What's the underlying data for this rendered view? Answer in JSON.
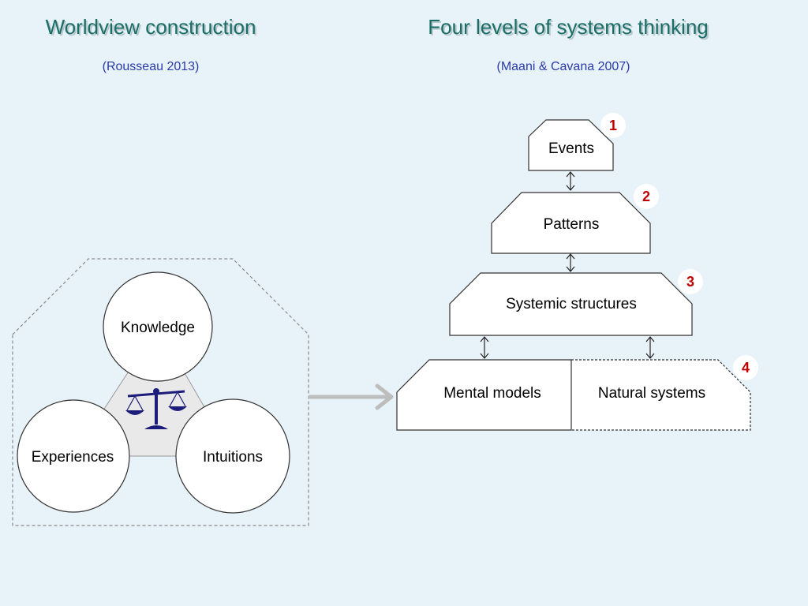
{
  "left_panel": {
    "title": "Worldview construction",
    "citation": "(Rousseau 2013)",
    "circles": {
      "top": "Knowledge",
      "left": "Experiences",
      "right": "Intuitions"
    },
    "center_icon": "balance-scale-icon"
  },
  "right_panel": {
    "title": "Four levels of systems thinking",
    "citation": "(Maani & Cavana 2007)",
    "levels": [
      {
        "number": "1",
        "label": "Events"
      },
      {
        "number": "2",
        "label": "Patterns"
      },
      {
        "number": "3",
        "label": "Systemic structures"
      },
      {
        "number": "4",
        "label": "Mental models"
      }
    ],
    "extra_box": "Natural systems"
  },
  "connector": "arrow-right-icon",
  "colors": {
    "background": "#e8f2f9",
    "title": "#1a6e66",
    "citation": "#2a3aa8",
    "number": "#c00000",
    "scale": "#1c1c7a"
  }
}
